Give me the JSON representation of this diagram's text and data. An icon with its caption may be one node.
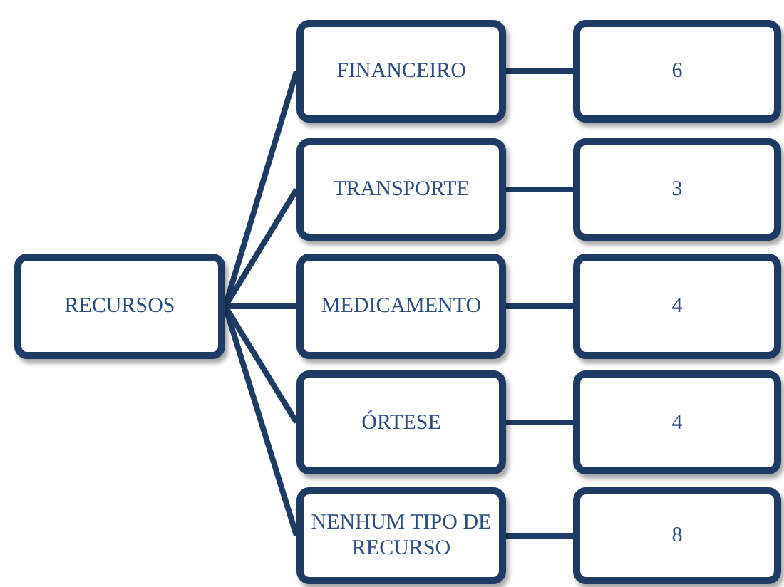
{
  "diagram": {
    "nodes": [
      {
        "text": [
          "RECURSOS"
        ]
      },
      {
        "text": [
          "FINANCEIRO"
        ]
      },
      {
        "text": [
          "TRANSPORTE"
        ]
      },
      {
        "text": [
          "MEDICAMENTO"
        ]
      },
      {
        "text": [
          "ÓRTESE"
        ]
      },
      {
        "text": [
          "NENHUM TIPO DE RECURSO"
        ]
      },
      {
        "text": [
          "6"
        ]
      },
      {
        "text": [
          "3"
        ]
      },
      {
        "text": [
          "4"
        ]
      },
      {
        "text": [
          "4"
        ]
      },
      {
        "text": [
          "8"
        ]
      }
    ],
    "edges": [
      {
        "from": 0,
        "to": 1,
        "arrow": "none"
      },
      {
        "from": 0,
        "to": 2,
        "arrow": "none"
      },
      {
        "from": 0,
        "to": 3,
        "arrow": "none"
      },
      {
        "from": 0,
        "to": 4,
        "arrow": "none"
      },
      {
        "from": 0,
        "to": 5,
        "arrow": "none"
      },
      {
        "from": 1,
        "to": 6,
        "arrow": "none"
      },
      {
        "from": 2,
        "to": 7,
        "arrow": "none"
      },
      {
        "from": 3,
        "to": 8,
        "arrow": "none"
      },
      {
        "from": 4,
        "to": 9,
        "arrow": "none"
      },
      {
        "from": 5,
        "to": 10,
        "arrow": "none"
      }
    ]
  }
}
